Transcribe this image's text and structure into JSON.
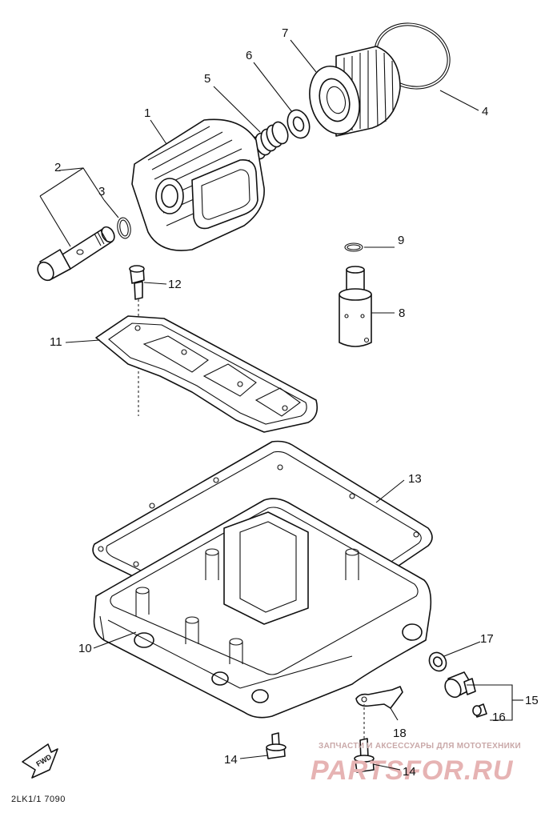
{
  "part_labels": [
    {
      "id": "p1",
      "text": "1"
    },
    {
      "id": "p2",
      "text": "2"
    },
    {
      "id": "p3",
      "text": "3"
    },
    {
      "id": "p4",
      "text": "4"
    },
    {
      "id": "p5",
      "text": "5"
    },
    {
      "id": "p6",
      "text": "6"
    },
    {
      "id": "p7",
      "text": "7"
    },
    {
      "id": "p8",
      "text": "8"
    },
    {
      "id": "p9",
      "text": "9"
    },
    {
      "id": "p10",
      "text": "10"
    },
    {
      "id": "p11",
      "text": "11"
    },
    {
      "id": "p12",
      "text": "12"
    },
    {
      "id": "p13",
      "text": "13"
    },
    {
      "id": "p14a",
      "text": "14"
    },
    {
      "id": "p14b",
      "text": "14"
    },
    {
      "id": "p15",
      "text": "15"
    },
    {
      "id": "p16",
      "text": "16"
    },
    {
      "id": "p17",
      "text": "17"
    },
    {
      "id": "p18",
      "text": "18"
    }
  ],
  "direction_marker": "FWD",
  "diagram_code": "2LK1/1 7090",
  "watermark": {
    "tagline": "ЗАПЧАСТИ И АКСЕССУАРЫ ДЛЯ МОТОТЕХНИКИ",
    "brand": "PARTSFOR.RU",
    "color": "#e6b3b3"
  }
}
